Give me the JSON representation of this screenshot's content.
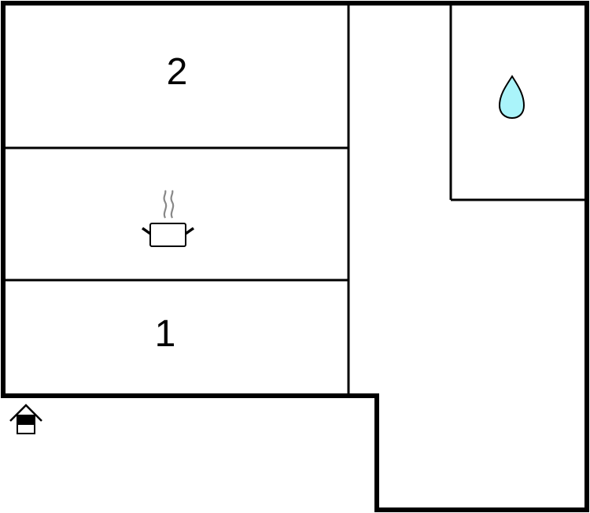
{
  "floor_plan": {
    "rooms": [
      {
        "id": "bedroom-2",
        "label": "2",
        "type": "bedroom"
      },
      {
        "id": "kitchen",
        "label": "",
        "type": "kitchen",
        "icon": "cooking-pot-icon"
      },
      {
        "id": "bedroom-1",
        "label": "1",
        "type": "bedroom"
      },
      {
        "id": "bathroom",
        "label": "",
        "type": "bathroom",
        "icon": "water-drop-icon"
      },
      {
        "id": "living-area",
        "label": "",
        "type": "hall"
      },
      {
        "id": "entrance",
        "label": "",
        "type": "entrance",
        "icon": "entrance-house-icon"
      }
    ],
    "colors": {
      "wall": "#000000",
      "background": "#ffffff",
      "water_drop_fill": "#aaf4fa",
      "steam": "#888888"
    }
  }
}
